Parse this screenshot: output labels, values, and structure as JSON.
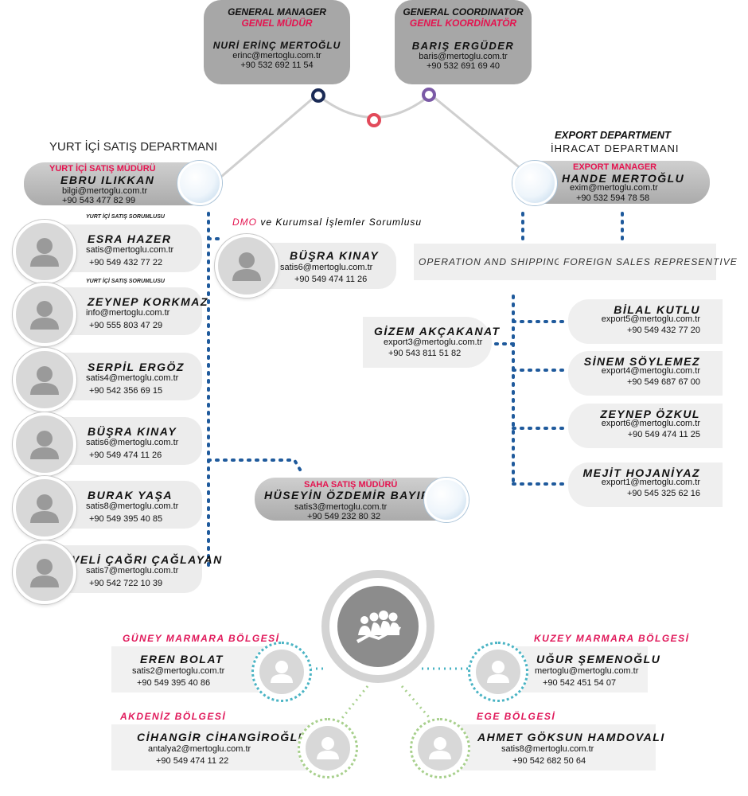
{
  "gm": {
    "role_en": "GENERAL MANAGER",
    "role_tr": "GENEL MÜDÜR",
    "name": "NURİ ERİNÇ MERTOĞLU",
    "email": "erinc@mertoglu.com.tr",
    "phone": "+90 532 692 11 54"
  },
  "gc": {
    "role_en": "GENERAL COORDINATOR",
    "role_tr": "GENEL KOORDİNATÖR",
    "name": "BARIŞ ERGÜDER",
    "email": "baris@mertoglu.com.tr",
    "phone": "+90 532 691 69 40"
  },
  "domestic": {
    "title": "YURT İÇİ SATIŞ DEPARTMANI",
    "manager_role": "YURT İÇİ SATIŞ MÜDÜRÜ",
    "manager_name": "EBRU ILIKKAN",
    "manager_email": "bilgi@mertoglu.com.tr",
    "manager_phone": "+90 543 477 82 99",
    "staff_caption": "YURT İÇİ SATIŞ SORUMLUSU",
    "staff": [
      {
        "name": "ESRA HAZER",
        "email": "satis@mertoglu.com.tr",
        "phone": "+90 549 432 77 22"
      },
      {
        "name": "ZEYNEP KORKMAZ",
        "email": "info@mertoglu.com.tr",
        "phone": "+90 555 803 47 29"
      },
      {
        "name": "SERPİL ERGÖZ",
        "email": "satis4@mertoglu.com.tr",
        "phone": "+90 542 356 69 15"
      },
      {
        "name": "BÜŞRA KINAY",
        "email": "satis6@mertoglu.com.tr",
        "phone": "+90 549 474 11 26"
      },
      {
        "name": "BURAK YAŞA",
        "email": "satis8@mertoglu.com.tr",
        "phone": "+90 549 395 40 85"
      },
      {
        "name": "VELİ ÇAĞRI ÇAĞLAYAN",
        "email": "satis7@mertoglu.com.tr",
        "phone": "+90 542 722 10 39"
      }
    ]
  },
  "dmo": {
    "label_red": "DMO",
    "label_rest": " ve Kurumsal İşlemler Sorumlusu",
    "name": "BÜŞRA KINAY",
    "email": "satis6@mertoglu.com.tr",
    "phone": "+90 549 474 11 26"
  },
  "field": {
    "role": "SAHA SATIŞ MÜDÜRÜ",
    "name": "HÜSEYİN ÖZDEMİR BAYIR",
    "email": "satis3@mertoglu.com.tr",
    "phone": "+90 549 232 80 32"
  },
  "export": {
    "title_en": "EXPORT DEPARTMENT",
    "title_tr": "İHRACAT DEPARTMANI",
    "manager_role": "EXPORT MANAGER",
    "manager_name": "HANDE MERTOĞLU",
    "manager_email": "exim@mertoglu.com.tr",
    "manager_phone": "+90 532 594 78 58",
    "op_label": "OPERATION AND SHIPPING",
    "fs_label": "FOREIGN SALES REPRESENTIVE",
    "operation": {
      "name": "GİZEM AKÇAKANAT",
      "email": "export3@mertoglu.com.tr",
      "phone": "+90 543 811 51 82"
    },
    "sales": [
      {
        "name": "BİLAL KUTLU",
        "email": "export5@mertoglu.com.tr",
        "phone": "+90 549 432 77 20"
      },
      {
        "name": "SİNEM SÖYLEMEZ",
        "email": "export4@mertoglu.com.tr",
        "phone": "+90 549 687 67 00"
      },
      {
        "name": "ZEYNEP ÖZKUL",
        "email": "export6@mertoglu.com.tr",
        "phone": "+90 549 474 11 25"
      },
      {
        "name": "MEJİT HOJANİYAZ",
        "email": "export1@mertoglu.com.tr",
        "phone": "+90 545 325 62 16"
      }
    ]
  },
  "regions": [
    {
      "region": "GÜNEY MARMARA BÖLGESİ",
      "name": "EREN BOLAT",
      "email": "satis2@mertoglu.com.tr",
      "phone": "+90 549 395 40 86"
    },
    {
      "region": "KUZEY MARMARA BÖLGESİ",
      "name": "UĞUR ŞEMENOĞLU",
      "email": "mertoglu@mertoglu.com.tr",
      "phone": "+90 542 451 54 07"
    },
    {
      "region": "AKDENİZ BÖLGESİ",
      "name": "CİHANGİR CİHANGİROĞLU",
      "email": "antalya2@mertoglu.com.tr",
      "phone": "+90 549 474 11 22"
    },
    {
      "region": "EGE BÖLGESİ",
      "name": "AHMET GÖKSUN HAMDOVALI",
      "email": "satis8@mertoglu.com.tr",
      "phone": "+90 542 682 50 64"
    }
  ],
  "colors": {
    "accent": "#e4134f",
    "dots": "#1f5a9c",
    "teal": "#4ab4c4",
    "green": "#a8d08d",
    "box": "#a7a7a7"
  },
  "icons": {
    "person": "person-icon",
    "team": "team-growth-icon"
  }
}
